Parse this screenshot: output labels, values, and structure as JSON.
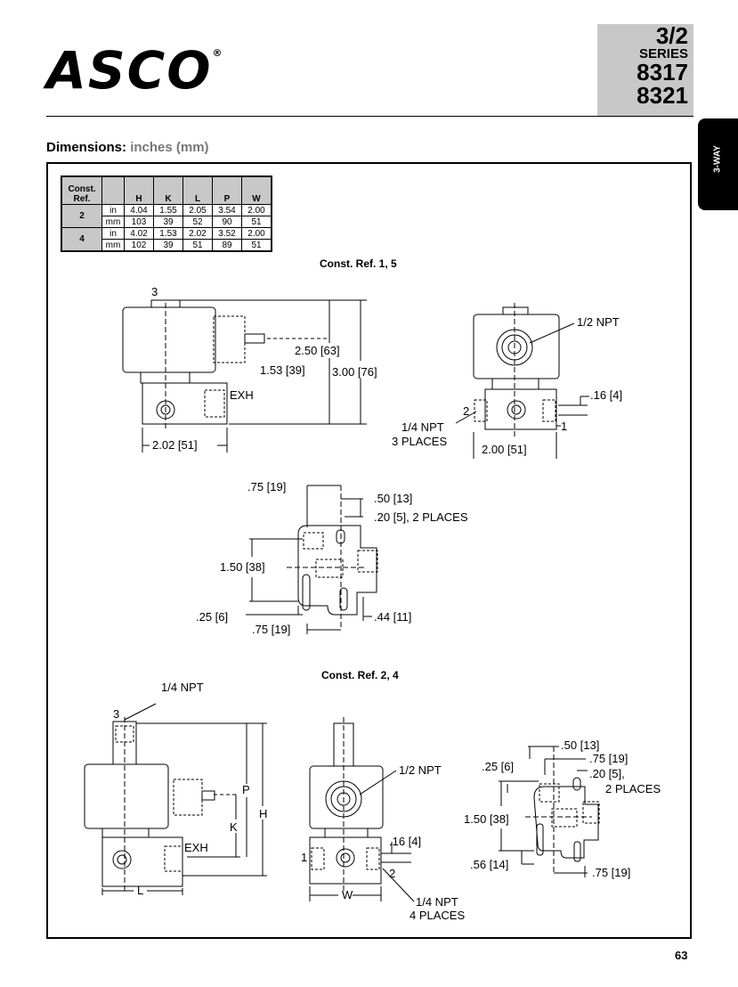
{
  "brand": {
    "logo": "ASCO",
    "registered": "®"
  },
  "series": {
    "fraction": "3/2",
    "label": "SERIES",
    "num1": "8317",
    "num2": "8321"
  },
  "side_tab": "3-WAY",
  "dimensions": {
    "title": "Dimensions:",
    "units": "inches (mm)"
  },
  "table": {
    "headers": [
      "Const. Ref.",
      "",
      "H",
      "K",
      "L",
      "P",
      "W"
    ],
    "rows": [
      {
        "ref": "2",
        "unit": "in",
        "H": "4.04",
        "K": "1.55",
        "L": "2.05",
        "P": "3.54",
        "W": "2.00"
      },
      {
        "ref": "",
        "unit": "mm",
        "H": "103",
        "K": "39",
        "L": "52",
        "P": "90",
        "W": "51"
      },
      {
        "ref": "4",
        "unit": "in",
        "H": "4.02",
        "K": "1.53",
        "L": "2.02",
        "P": "3.52",
        "W": "2.00"
      },
      {
        "ref": "",
        "unit": "mm",
        "H": "102",
        "K": "39",
        "L": "51",
        "P": "89",
        "W": "51"
      }
    ]
  },
  "sections": {
    "ref15": "Const. Ref.  1, 5",
    "ref24": "Const. Ref.  2, 4"
  },
  "labels": {
    "n3": "3",
    "n2": "2",
    "n1": "1",
    "exh": "EXH",
    "d250": "2.50 [63]",
    "d153": "1.53 [39]",
    "d300": "3.00 [76]",
    "d202": "2.02 [51]",
    "npt12": "1/2  NPT",
    "d16": ".16 [4]",
    "npt14": "1/4  NPT",
    "places3": "3  PLACES",
    "d200": "2.00 [51]",
    "d75": ".75 [19]",
    "d50": ".50 [13]",
    "d20": ".20 [5],  2  PLACES",
    "d150": "1.50 [38]",
    "d25": ".25 [6]",
    "d44": ".44 [11]",
    "P": "P",
    "H": "H",
    "K": "K",
    "L": "L",
    "W": "W",
    "places4": "4  PLACES",
    "d20b": ".20 [5],",
    "places2": "2  PLACES",
    "d56": ".56 [14]"
  },
  "page_number": "63"
}
